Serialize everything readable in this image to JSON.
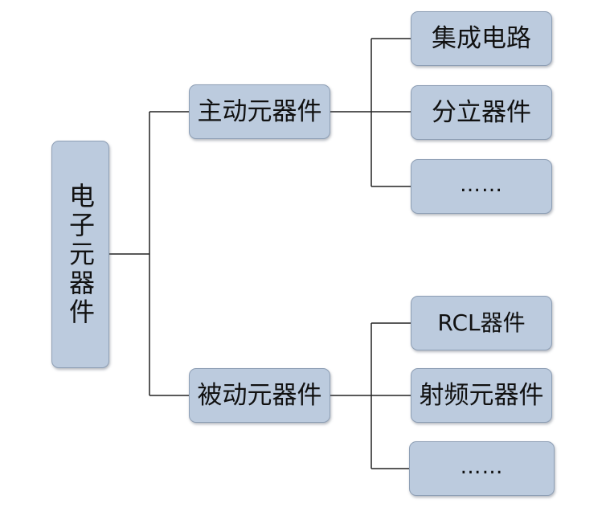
{
  "diagram": {
    "root": {
      "label": "电子元器件"
    },
    "branches": [
      {
        "label": "主动元器件",
        "children": [
          "集成电路",
          "分立器件",
          "……"
        ]
      },
      {
        "label": "被动元器件",
        "children": [
          "RCL器件",
          "射频元器件",
          "……"
        ]
      }
    ],
    "colors": {
      "node_fill": "#bccbde",
      "node_border": "#8e9fb5",
      "connector": "#222222"
    }
  }
}
